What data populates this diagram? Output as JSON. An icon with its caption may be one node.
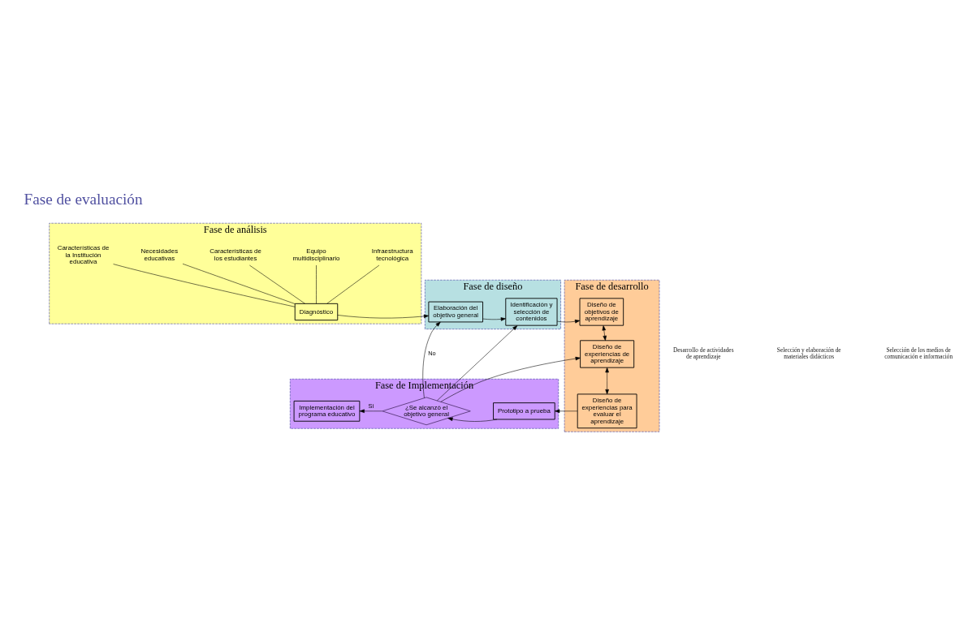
{
  "diagram": {
    "nodes": [
      {
        "text": [
          "Fase de análisis"
        ]
      },
      {
        "text": [
          "Fase de diseño"
        ]
      },
      {
        "text": [
          "Fase de desarrollo"
        ]
      },
      {
        "text": [
          "Fase de Implementación"
        ]
      },
      {
        "text": [
          "Características de la Institución educativa"
        ],
        "in": 0
      },
      {
        "text": [
          "Necesidades educativas"
        ],
        "in": 0
      },
      {
        "text": [
          "Características de los estudiantes"
        ],
        "in": 0
      },
      {
        "text": [
          "Equipo multidisciplinario"
        ],
        "in": 0
      },
      {
        "text": [
          "Infraestructura tecnológica"
        ],
        "in": 0
      },
      {
        "text": [
          "Diagnóstico"
        ],
        "in": 0
      },
      {
        "text": [
          "Elaboración del objetivo general"
        ],
        "in": 1
      },
      {
        "text": [
          "Identificación y selección de contenidos"
        ],
        "in": 1
      },
      {
        "text": [
          "Diseño de objetivos de aprendizaje"
        ],
        "in": 2
      },
      {
        "text": [
          "Diseño de experiencias de aprendizaje"
        ],
        "in": 2
      },
      {
        "text": [
          "Diseño de experiencias para evaluar el aprendizaje"
        ],
        "in": 2
      },
      {
        "text": [
          "Prototipo a prueba"
        ],
        "in": 3
      },
      {
        "text": [
          "¿Se alcanzó el objetivo general"
        ],
        "in": 3
      },
      {
        "text": [
          "Implementación del programa educativo"
        ],
        "in": 3
      }
    ],
    "edges": [
      {
        "from": 4,
        "to": 9,
        "arrow": "none"
      },
      {
        "from": 5,
        "to": 9,
        "arrow": "none"
      },
      {
        "from": 6,
        "to": 9,
        "arrow": "none"
      },
      {
        "from": 7,
        "to": 9,
        "arrow": "none"
      },
      {
        "from": 8,
        "to": 9,
        "arrow": "none"
      },
      {
        "from": 9,
        "to": 10,
        "arrow": "to"
      },
      {
        "from": 10,
        "to": 11,
        "arrow": "to"
      },
      {
        "from": 11,
        "to": 12,
        "arrow": "to"
      },
      {
        "from": 12,
        "to": 13,
        "arrow": "both"
      },
      {
        "from": 13,
        "to": 14,
        "arrow": "both"
      },
      {
        "from": 14,
        "to": 15,
        "arrow": "to"
      },
      {
        "from": 15,
        "to": 16,
        "arrow": "to"
      },
      {
        "from": 16,
        "to": 17,
        "arrow": "to",
        "label": "Si"
      },
      {
        "from": 16,
        "to": 10,
        "arrow": "to",
        "label": "No"
      },
      {
        "from": 16,
        "to": 11,
        "arrow": "to"
      },
      {
        "from": 16,
        "to": 13,
        "arrow": "to"
      }
    ],
    "labels": [
      "Fase de evaluación",
      "Desarrollo de actividades de aprendizaje",
      "Selección y elaboración de materiales didácticos",
      "Selección de los medios de comunicación e información"
    ]
  }
}
